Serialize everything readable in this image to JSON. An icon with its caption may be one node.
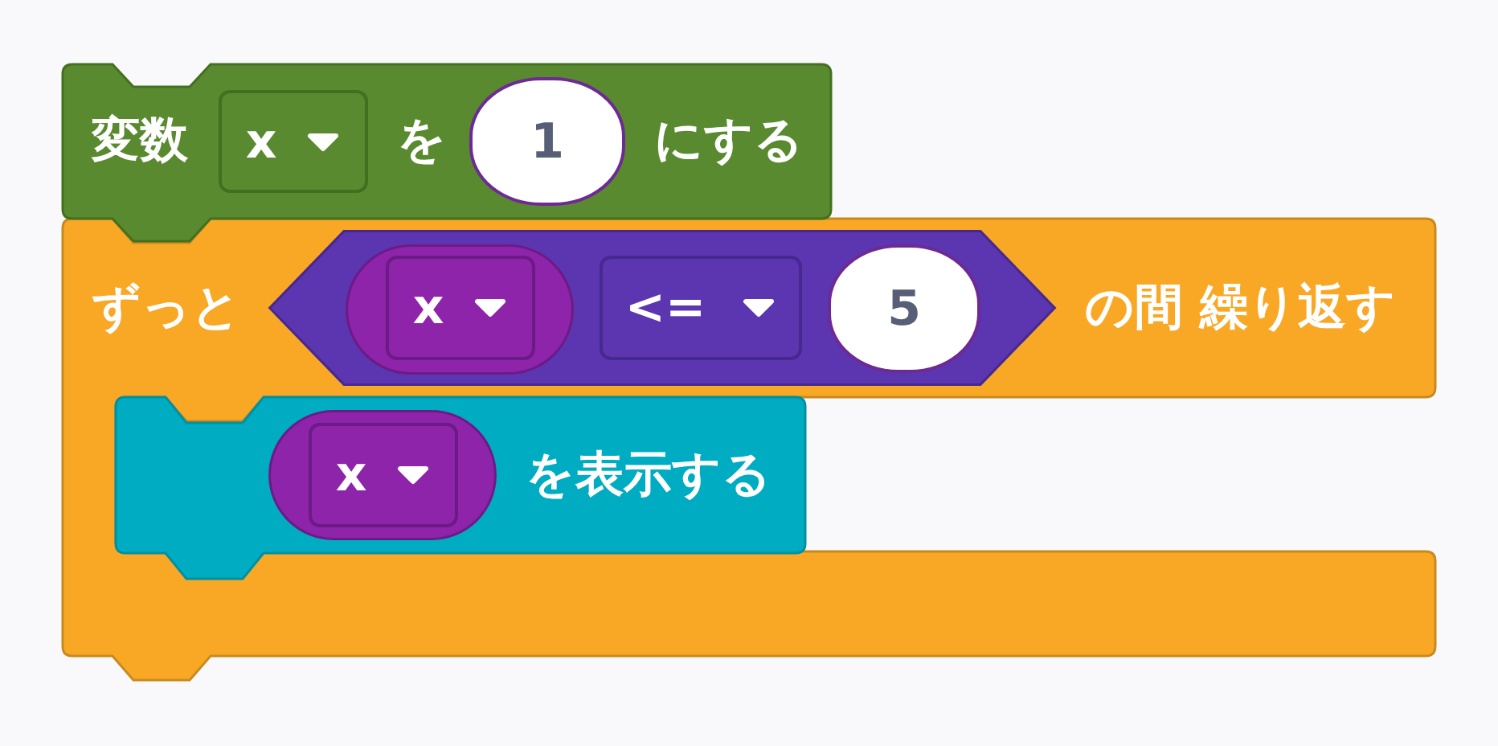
{
  "diagram": {
    "nodes": [
      {
        "text": [
          "変数",
          "を",
          "にする"
        ]
      },
      {
        "text": [
          "x"
        ],
        "in": 0
      },
      {
        "text": [
          "1"
        ],
        "in": 0
      },
      {
        "text": [
          "ずっと",
          "の間 繰り返す"
        ]
      },
      {
        "text": [],
        "shape": "hexagon",
        "in": 3
      },
      {
        "text": [],
        "shape": "pill",
        "in": 4
      },
      {
        "text": [
          "x"
        ],
        "in": 5
      },
      {
        "text": [
          "<="
        ],
        "in": 4
      },
      {
        "text": [
          "5"
        ],
        "in": 4
      },
      {
        "text": [
          "を表示する"
        ],
        "in": 3
      },
      {
        "text": [],
        "shape": "pill",
        "in": 9
      },
      {
        "text": [
          "x"
        ],
        "in": 10
      }
    ]
  }
}
